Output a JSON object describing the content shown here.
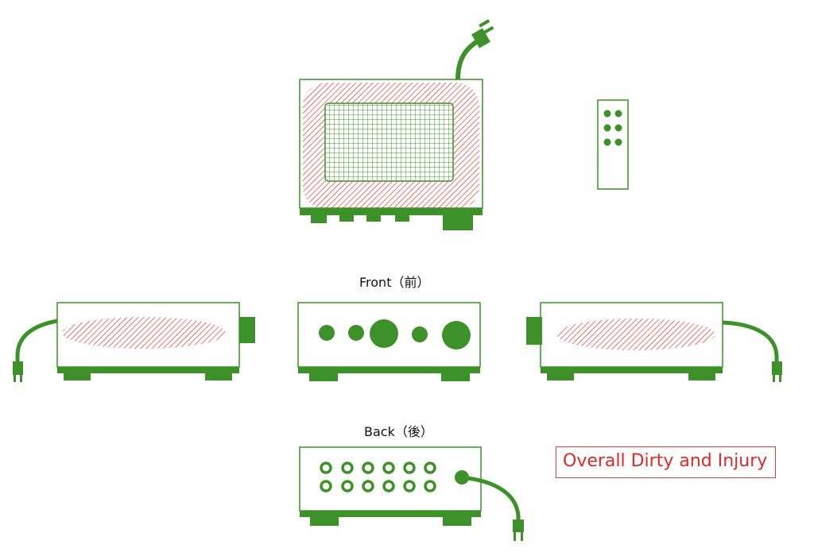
{
  "labels": {
    "front": "Front（前）",
    "back": "Back（後）"
  },
  "legend": {
    "text": "Overall Dirty and Injury"
  },
  "colors": {
    "device": "#3c9128",
    "damage": "#e02828",
    "legend_text": "#e02828"
  }
}
